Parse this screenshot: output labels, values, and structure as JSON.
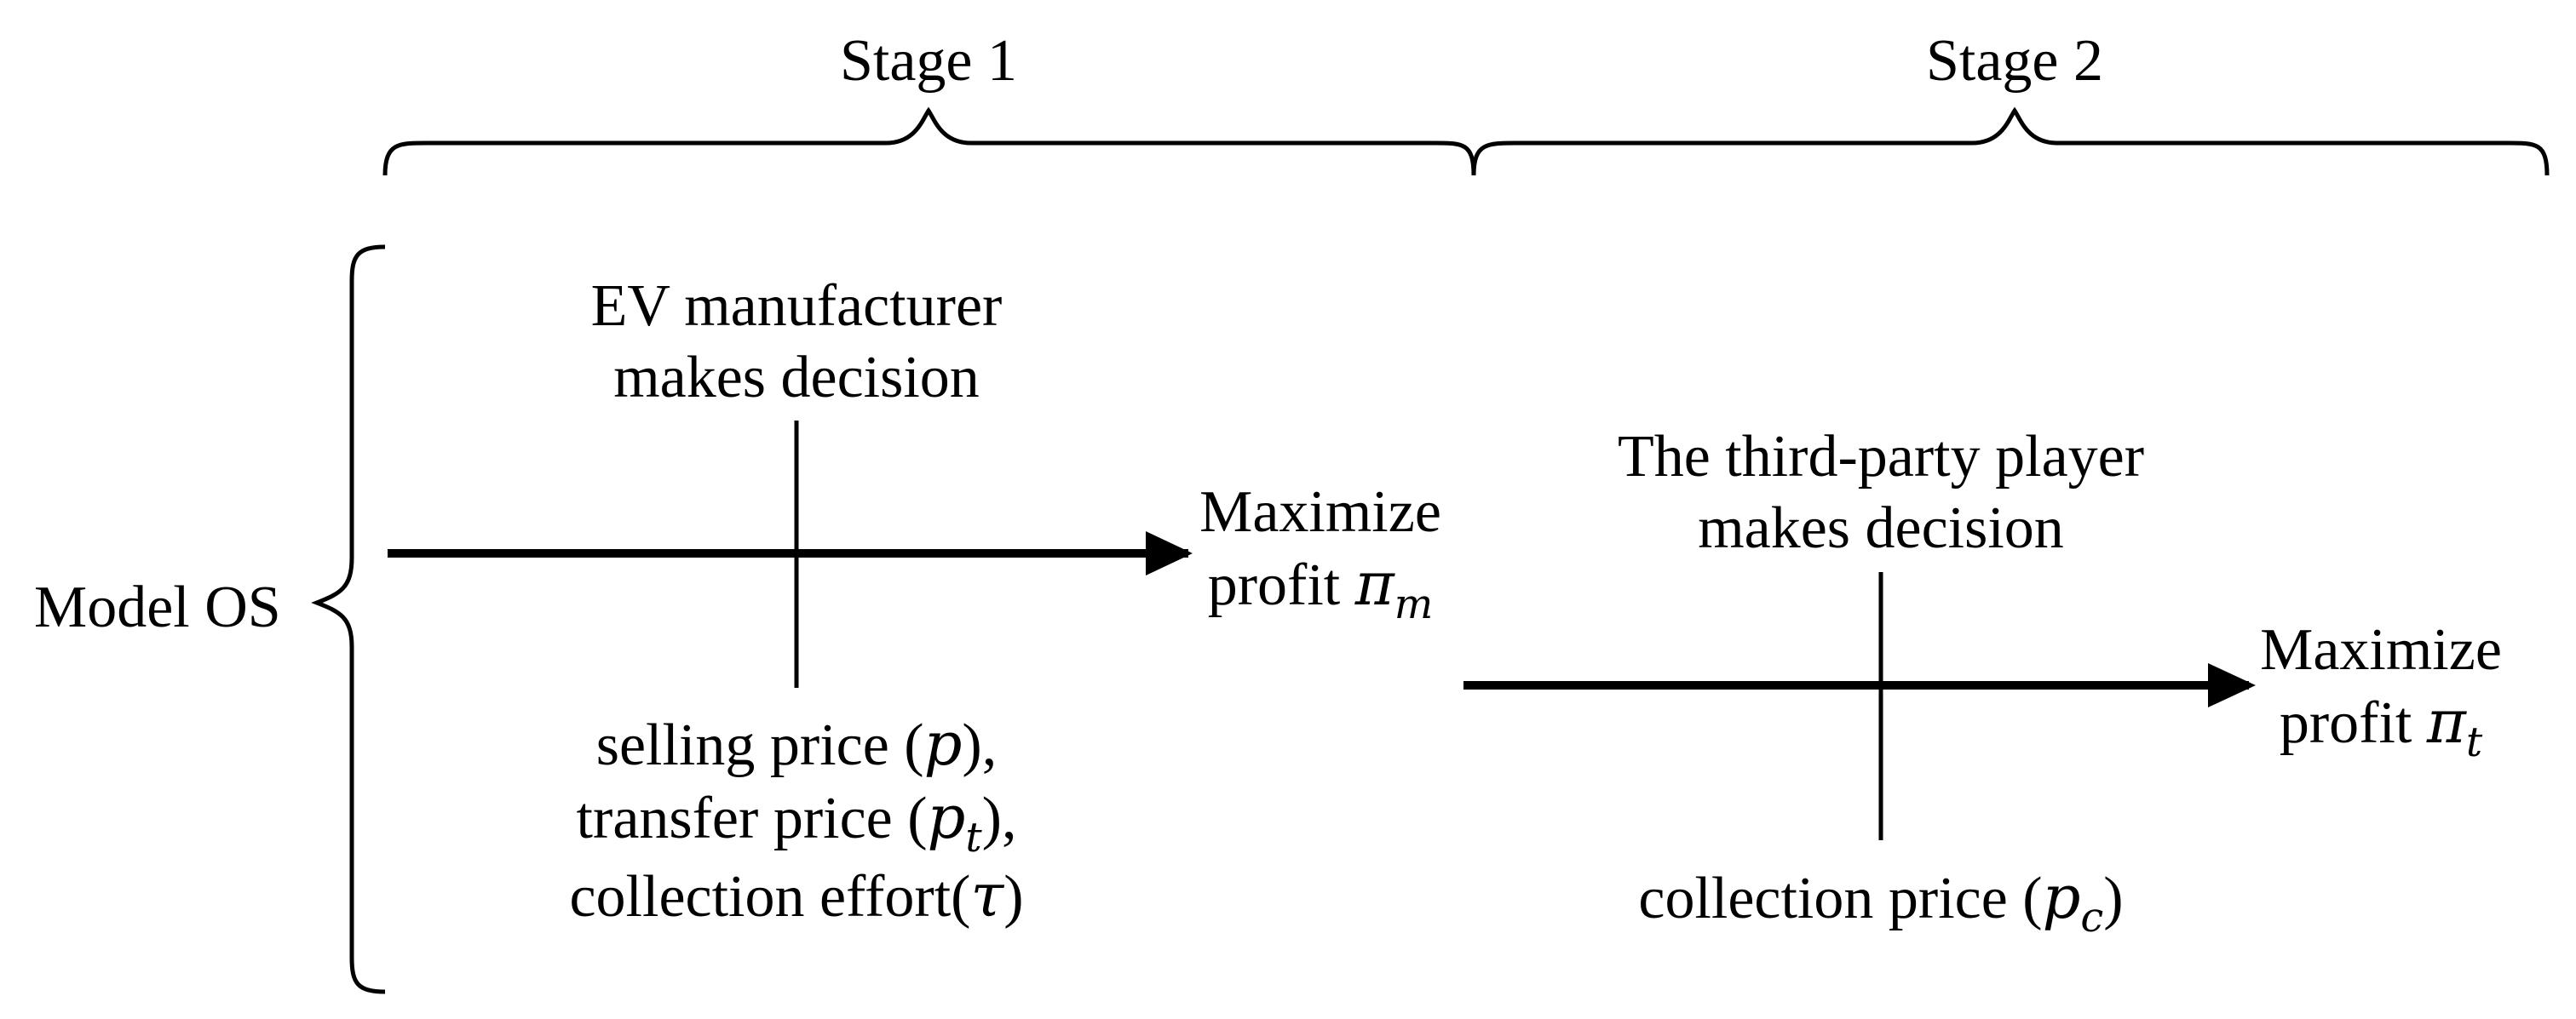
{
  "stages": {
    "stage1_label": "Stage 1",
    "stage2_label": "Stage 2"
  },
  "model_label": "Model OS",
  "manufacturer": {
    "title_line1": "EV manufacturer",
    "title_line2": "makes decision",
    "outcome_line1": "Maximize",
    "outcome_line2_text": "profit ",
    "outcome_symbol": "π",
    "outcome_subscript": "m",
    "decisions": {
      "line1_text": "selling price (",
      "line1_var": "p",
      "line1_end": "),",
      "line2_text": "transfer price (",
      "line2_var": "p",
      "line2_sub": "t",
      "line2_end": "),",
      "line3_text": "collection effort(",
      "line3_var": "τ",
      "line3_end": ")"
    }
  },
  "third_party": {
    "title_line1": "The third-party player",
    "title_line2": "makes decision",
    "outcome_line1": "Maximize",
    "outcome_line2_text": "profit ",
    "outcome_symbol": "π",
    "outcome_subscript": "t",
    "decisions": {
      "line1_text": "collection price (",
      "line1_var": "p",
      "line1_sub": "c",
      "line1_end": ")"
    }
  },
  "colors": {
    "ink": "#000000",
    "background": "#ffffff"
  }
}
